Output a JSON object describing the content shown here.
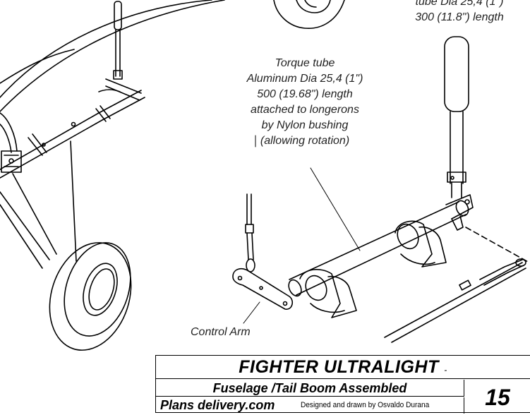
{
  "callouts": {
    "top_right": [
      "tube Dia 25,4 (1\")",
      "300 (11.8\") length"
    ],
    "torque_tube": [
      "Torque tube",
      "Aluminum Dia 25,4 (1\")",
      "500 (19.68\") length",
      "attached to longerons",
      "by Nylon bushing",
      "(allowing rotation)"
    ],
    "control_arm": "Control Arm"
  },
  "title_block": {
    "title": "FIGHTER ULTRALIGHT",
    "title_mark": "-",
    "subtitle": "Fuselage /Tail Boom Assembled",
    "website": "Plans delivery.com",
    "designer": "Designed and drawn by Osvaldo Durana",
    "sheet_number": "15"
  }
}
